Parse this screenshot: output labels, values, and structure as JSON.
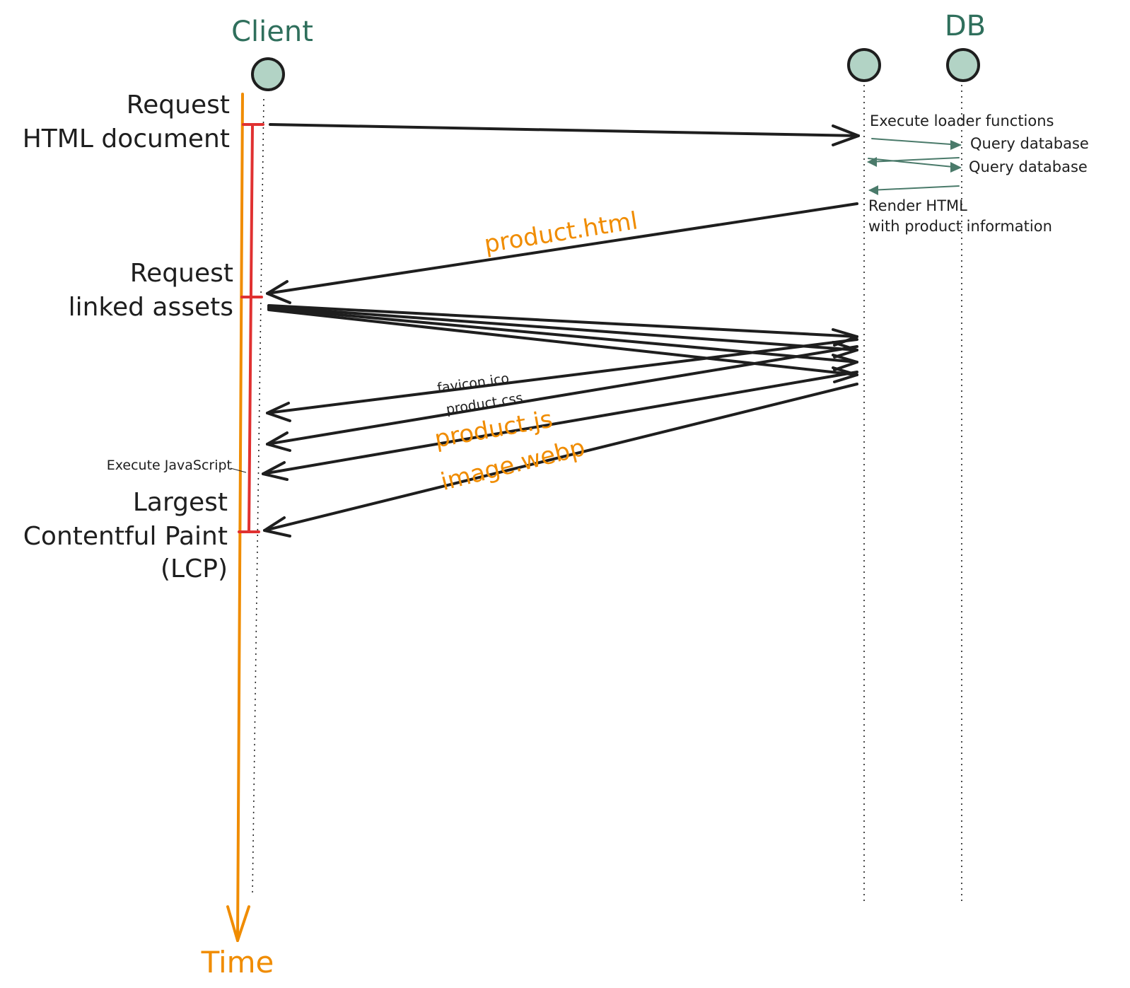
{
  "actors": {
    "client": "Client",
    "db": "DB"
  },
  "left_labels": {
    "request_html_line1": "Request",
    "request_html_line2": "HTML document",
    "request_assets_line1": "Request",
    "request_assets_line2": "linked assets",
    "execute_js": "Execute JavaScript",
    "lcp_line1": "Largest",
    "lcp_line2": "Contentful Paint",
    "lcp_line3": "(LCP)"
  },
  "server_labels": {
    "execute_loader": "Execute loader functions",
    "query1": "Query database",
    "query2": "Query database",
    "render_line1": "Render HTML",
    "render_line2": "with product information"
  },
  "responses": {
    "product_html": "product.html",
    "favicon": "favicon.ico",
    "product_css": "product.css",
    "product_js": "product.js",
    "image_webp": "image.webp"
  },
  "time_axis": "Time",
  "colors": {
    "timeline": "#f08c00",
    "bracket": "#e03131",
    "actor_fill": "#b2d3c5",
    "actor_text": "#2f6f5c",
    "ink": "#1e1e1e"
  }
}
